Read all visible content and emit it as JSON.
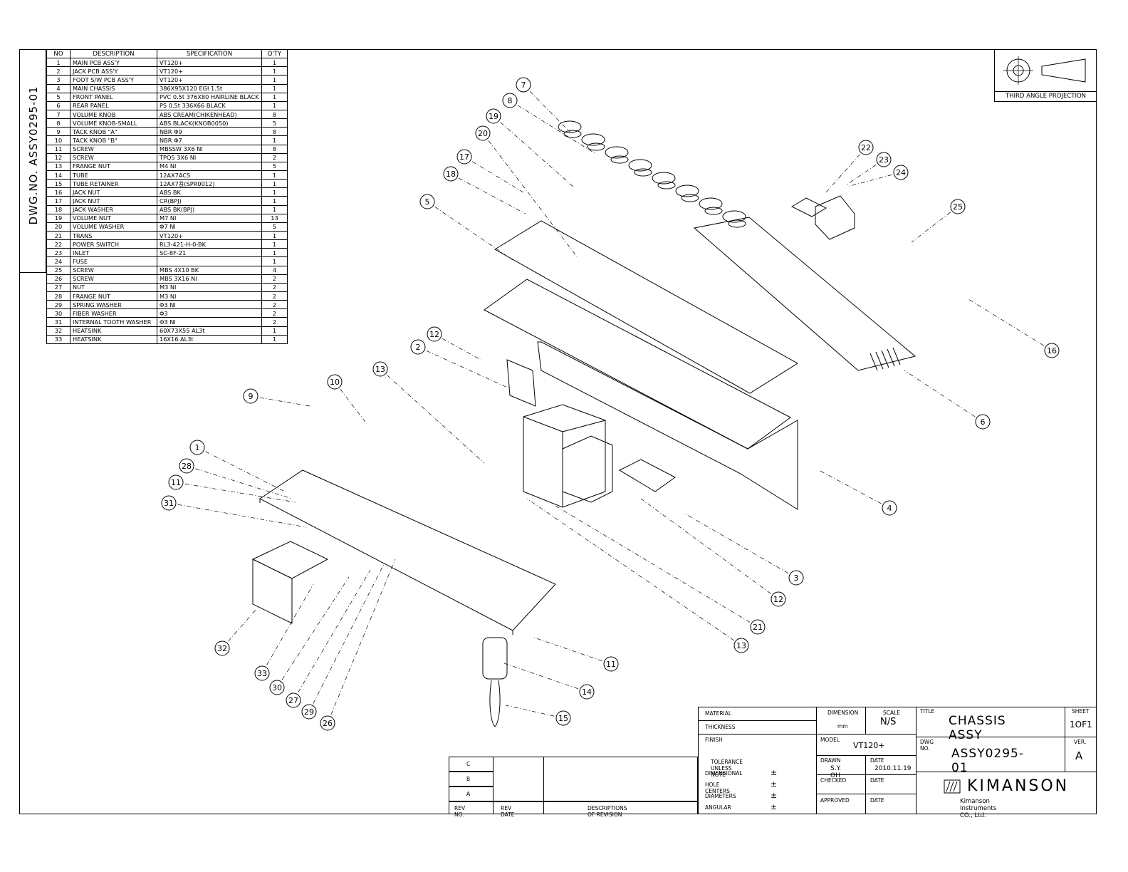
{
  "dwg_side": "DWG.NO.  ASSY0295-01",
  "bom": {
    "headers": [
      "NO",
      "DESCRIPTION",
      "SPECIFICATION",
      "Q'TY"
    ],
    "rows": [
      [
        "1",
        "MAIN PCB ASS'Y",
        "VT120+",
        "1"
      ],
      [
        "2",
        "JACK PCB ASS'Y",
        "VT120+",
        "1"
      ],
      [
        "3",
        "FOOT S/W PCB ASS'Y",
        "VT120+",
        "1"
      ],
      [
        "4",
        "MAIN CHASSIS",
        "386X95X120 EGI 1.5t",
        "1"
      ],
      [
        "5",
        "FRONT PANEL",
        "PVC 0.5t 376X80 HAIRLINE BLACK",
        "1"
      ],
      [
        "6",
        "REAR PANEL",
        "PS 0.5t 336X66 BLACK",
        "1"
      ],
      [
        "7",
        "VOLUME KNOB",
        "ABS CREAM(CHIKENHEAD)",
        "8"
      ],
      [
        "8",
        "VOLUME KNOB-SMALL",
        "ABS BLACK(KNOB0050)",
        "5"
      ],
      [
        "9",
        "TACK KNOB \"A\"",
        "NBR Φ9",
        "8"
      ],
      [
        "10",
        "TACK KNOB \"B\"",
        "NBR Φ7",
        "1"
      ],
      [
        "11",
        "SCREW",
        "MBSSW 3X6 NI",
        "8"
      ],
      [
        "12",
        "SCREW",
        "TPQS 3X6 NI",
        "2"
      ],
      [
        "13",
        "FRANGE NUT",
        "M4 NI",
        "5"
      ],
      [
        "14",
        "TUBE",
        "12AX7ACS",
        "1"
      ],
      [
        "15",
        "TUBE RETAINER",
        "12AX7용(SPR0012)",
        "1"
      ],
      [
        "16",
        "JACK NUT",
        "ABS BK",
        "1"
      ],
      [
        "17",
        "JACK NUT",
        "CR(BPJ)",
        "1"
      ],
      [
        "18",
        "JACK WASHER",
        "ABS BK(BPJ)",
        "1"
      ],
      [
        "19",
        "VOLUME NUT",
        "M7 NI",
        "13"
      ],
      [
        "20",
        "VOLUME WASHER",
        "Φ7 NI",
        "5"
      ],
      [
        "21",
        "TRANS",
        "VT120+",
        "1"
      ],
      [
        "22",
        "POWER SWITCH",
        "RL3-421-H-0-BK",
        "1"
      ],
      [
        "23",
        "INLET",
        "SC-8F-21",
        "1"
      ],
      [
        "24",
        "FUSE",
        "",
        "1"
      ],
      [
        "25",
        "SCREW",
        "MBS 4X10 BK",
        "4"
      ],
      [
        "26",
        "SCREW",
        "MBS 3X16 NI",
        "2"
      ],
      [
        "27",
        "NUT",
        "M3 NI",
        "2"
      ],
      [
        "28",
        "FRANGE NUT",
        "M3 NI",
        "2"
      ],
      [
        "29",
        "SPRING WASHER",
        "Φ3 NI",
        "2"
      ],
      [
        "30",
        "FIBER WASHER",
        "Φ3",
        "2"
      ],
      [
        "31",
        "INTERNAL TOOTH WASHER",
        "Φ3 NI",
        "2"
      ],
      [
        "32",
        "HEATSINK",
        "60X73X55 AL3t",
        "1"
      ],
      [
        "33",
        "HEATSINK",
        "16X16 AL3t",
        "1"
      ]
    ]
  },
  "projection_label": "THIRD ANGLE PROJECTION",
  "balloons": [
    "7",
    "8",
    "19",
    "20",
    "17",
    "18",
    "5",
    "22",
    "23",
    "24",
    "25",
    "16",
    "6",
    "12",
    "2",
    "13",
    "10",
    "9",
    "1",
    "28",
    "11",
    "31",
    "4",
    "3",
    "12",
    "21",
    "13",
    "11",
    "14",
    "15",
    "32",
    "33",
    "30",
    "27",
    "29",
    "26"
  ],
  "revision": {
    "rows": [
      "C",
      "B",
      "A"
    ],
    "headers": [
      "REV NO.",
      "REV DATE",
      "DESCRIPTIONS OF REVISION"
    ]
  },
  "title_block": {
    "material_label": "MATERIAL",
    "thickness_label": "THICKNESS",
    "finish_label": "FINISH",
    "dimension_label": "DIMENSION",
    "dimension_value": "mm",
    "scale_label": "SCALE",
    "scale_value": "N/S",
    "model_label": "MODEL",
    "model_value": "VT120+",
    "tolerance_title": "TOLERANCE UNLESS NOTE",
    "tolerance_rows": [
      "DIMENSIONAL",
      "HOLE CENTERS",
      "DIAMETERS",
      "ANGULAR"
    ],
    "pm": "±",
    "drawn_label": "DRAWN",
    "drawn_value": "S.Y. OH",
    "date_label": "DATE",
    "date_value": "2010.11.19",
    "checked_label": "CHECKED",
    "approved_label": "APPROVED",
    "title_label": "TITLE",
    "title_value": "CHASSIS ASSY",
    "sheet_label": "SHEET",
    "sheet_value": "1OF1",
    "dwgno_label": "DWG NO.",
    "dwgno_value": "ASSY0295-01",
    "ver_label": "VER.",
    "ver_value": "A",
    "company": "KIMANSON",
    "company_full": "Kimanson Instruments CO., Ltd."
  }
}
